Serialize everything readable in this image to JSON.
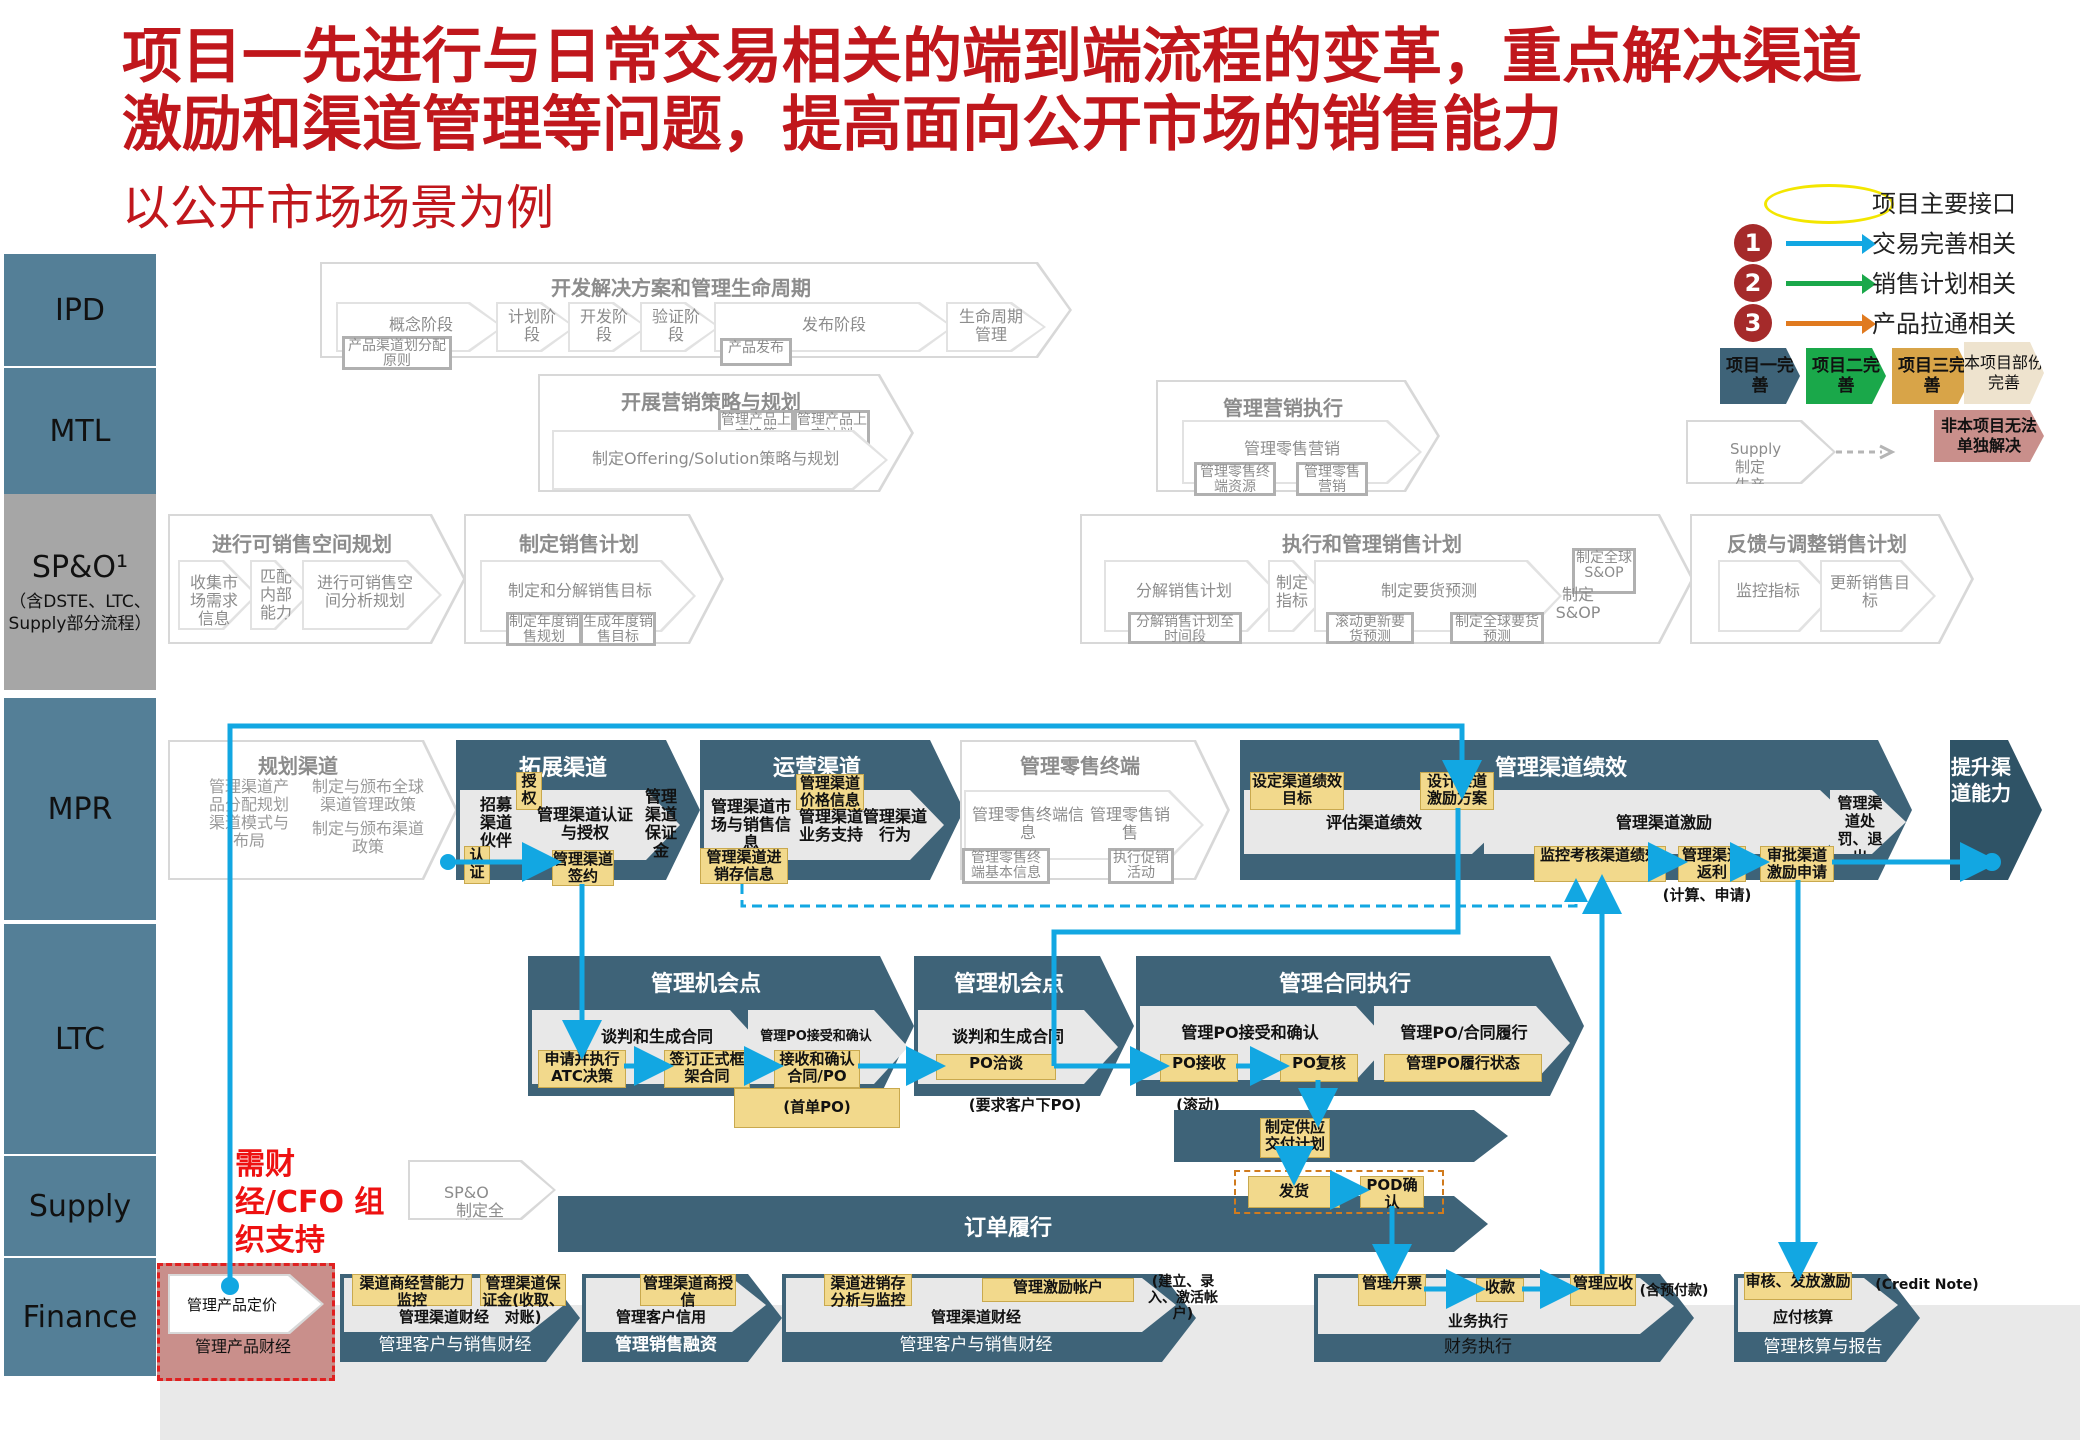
{
  "title_line1": "项目一先进行与日常交易相关的端到端流程的变革，重点解决渠道",
  "title_line2": "激励和渠道管理等问题，提高面向公开市场的销售能力",
  "subtitle": "以公开市场场景为例",
  "lanes": {
    "ipd": "IPD",
    "mtl": "MTL",
    "spo": "SP&O¹",
    "spo_sub": "（含DSTE、LTC、Supply部分流程）",
    "mpr": "MPR",
    "ltc": "LTC",
    "supply": "Supply",
    "finance": "Finance"
  },
  "legend": {
    "oval": "项目主要接口",
    "item1_num": "1",
    "item1": "交易完善相关",
    "item2_num": "2",
    "item2": "销售计划相关",
    "item3_num": "3",
    "item3": "产品拉通相关",
    "chev1": "项目一完善",
    "chev2": "项目二完善",
    "chev3": "项目三完善",
    "chev4": "本项目部份完善",
    "chev5": "非本项目无法单独解决",
    "supply_plan": "Supply 制定生产计划",
    "colors": {
      "blue": "#12a7e2",
      "green": "#1aa84a",
      "orange": "#e07a1f",
      "badge": "#a52a2a",
      "oval": "#f3e600"
    }
  },
  "ipd": {
    "main": "开发解决方案和管理生命周期",
    "concept": "概念阶段",
    "concept_box": "产品渠道划分配原则",
    "plan": "计划阶段",
    "dev": "开发阶段",
    "verify": "验证阶段",
    "release": "发布阶段",
    "release_box": "产品发布",
    "lifecycle": "生命周期管理"
  },
  "mtl": {
    "main": "开展营销策略与规划",
    "box1": "管理产品上市决策",
    "box2": "管理产品上市计划",
    "offering": "制定Offering/Solution策略与规划",
    "exec": "管理营销执行",
    "retail": "管理零售营销",
    "retail_box1": "管理零售终端资源",
    "retail_box2": "管理零售营销"
  },
  "spo": {
    "space": "进行可销售空间规划",
    "collect": "收集市场需求信息",
    "match": "匹配内部能力",
    "space_plan": "进行可销售空间分析规划",
    "sales_plan": "制定销售计划",
    "decompose": "制定和分解销售目标",
    "box_year": "制定年度销售规划",
    "box_target": "生成年度销售目标",
    "exec_plan": "执行和管理销售计划",
    "split": "分解销售计划",
    "split_box": "分解销售计划至时间段",
    "metric": "制定指标",
    "demand": "制定要货预测",
    "box_roll": "滚动更新要货预测",
    "box_global": "制定全球要货预测",
    "sop_box": "制定全球S&OP",
    "sop": "制定S&OP",
    "feedback": "反馈与调整销售计划",
    "monitor": "监控指标",
    "update": "更新销售目标"
  },
  "mpr": {
    "plan_ch": "规划渠道",
    "plan_ch_a": "管理渠道产品分配规划渠道模式与布局",
    "plan_ch_b": "制定与颁布全球渠道管理政策",
    "plan_ch_c": "制定与颁布渠道政策",
    "expand": "拓展渠道",
    "recruit": "招募渠道伙伴",
    "authorize": "授权",
    "certify_grant": "管理渠道认证与授权",
    "deposit": "管理渠道保证金",
    "certify": "认证",
    "sign": "管理渠道签约",
    "operate": "运营渠道",
    "market_info": "管理渠道市场与销售信息",
    "price_info": "管理渠道价格信息",
    "biz_support": "管理渠道业务支持",
    "behavior": "管理渠道行为",
    "inventory": "管理渠道进销存信息",
    "retail_terminal": "管理零售终端",
    "terminal_info": "管理零售终端信息",
    "retail_sales": "管理零售销售",
    "terminal_base": "管理零售终端基本信息",
    "promo": "执行促销活动",
    "perf": "管理渠道绩效",
    "set_target": "设定渠道绩效目标",
    "design_incentive": "设计渠道激励方案",
    "eval": "评估渠道绩效",
    "incentive": "管理渠道激励",
    "punish": "管理渠道处罚、退出",
    "monitor_perf": "监控考核渠道绩效",
    "rebate": "管理渠道返利",
    "approve": "审批渠道激励申请",
    "calc": "(计算、申请)",
    "improve": "提升渠道能力"
  },
  "ltc": {
    "opp1": "管理机会点",
    "apply": "申请并执行ATC决策",
    "negotiate1": "谈判和生成合同",
    "sign_frame": "签订正式框架合同",
    "po_recv_confirm": "管理PO接受和确认",
    "recv_contract": "接收和确认合同/PO",
    "first_po": "(首单PO)",
    "opp2": "管理机会点",
    "negotiate2": "谈判和生成合同",
    "po_talk": "PO洽谈",
    "customer_po": "(要求客户下PO)",
    "contract_exec": "管理合同执行",
    "po_confirm": "管理PO接受和确认",
    "po_perform": "管理PO/合同履行",
    "po_recv": "PO接收",
    "po_review": "PO复核",
    "po_status": "管理PO履行状态",
    "rolling": "(滚动)",
    "supply_plan": "制定供应交付计划"
  },
  "supply": {
    "sop_a": "SP&O",
    "sop_b": "制定全球S&OP",
    "order": "订单履行",
    "ship": "发货",
    "pod": "POD确认"
  },
  "finance": {
    "pricing": "管理产品定价",
    "product_fin": "管理产品财经",
    "note": "需财经/CFO 组织支持",
    "ch_credit": "渠道商经营能力监控",
    "ch_deposit": "管理渠道保证金(收取、对账)",
    "ch_fin": "管理渠道财经",
    "cust_sales_fin1": "管理客户与销售财经",
    "ch_credit2": "管理渠道商授信",
    "cust_credit": "管理客户信用",
    "sales_finance": "管理销售融资",
    "inventory_mon": "渠道进销存分析与监控",
    "incentive_acct": "管理激励帐户",
    "setup": "(建立、录入、激活帐户)",
    "ch_fin2": "管理渠道财经",
    "cust_sales_fin2": "管理客户与销售财经",
    "invoice": "管理开票",
    "collect": "收款",
    "receivable": "管理应收",
    "prepay": "(含预付款)",
    "biz_exec": "业务执行",
    "fin_exec": "财务执行",
    "review": "审核、发放激励",
    "payable": "应付核算",
    "credit_note": "(Credit Note)",
    "report": "管理核算与报告"
  }
}
